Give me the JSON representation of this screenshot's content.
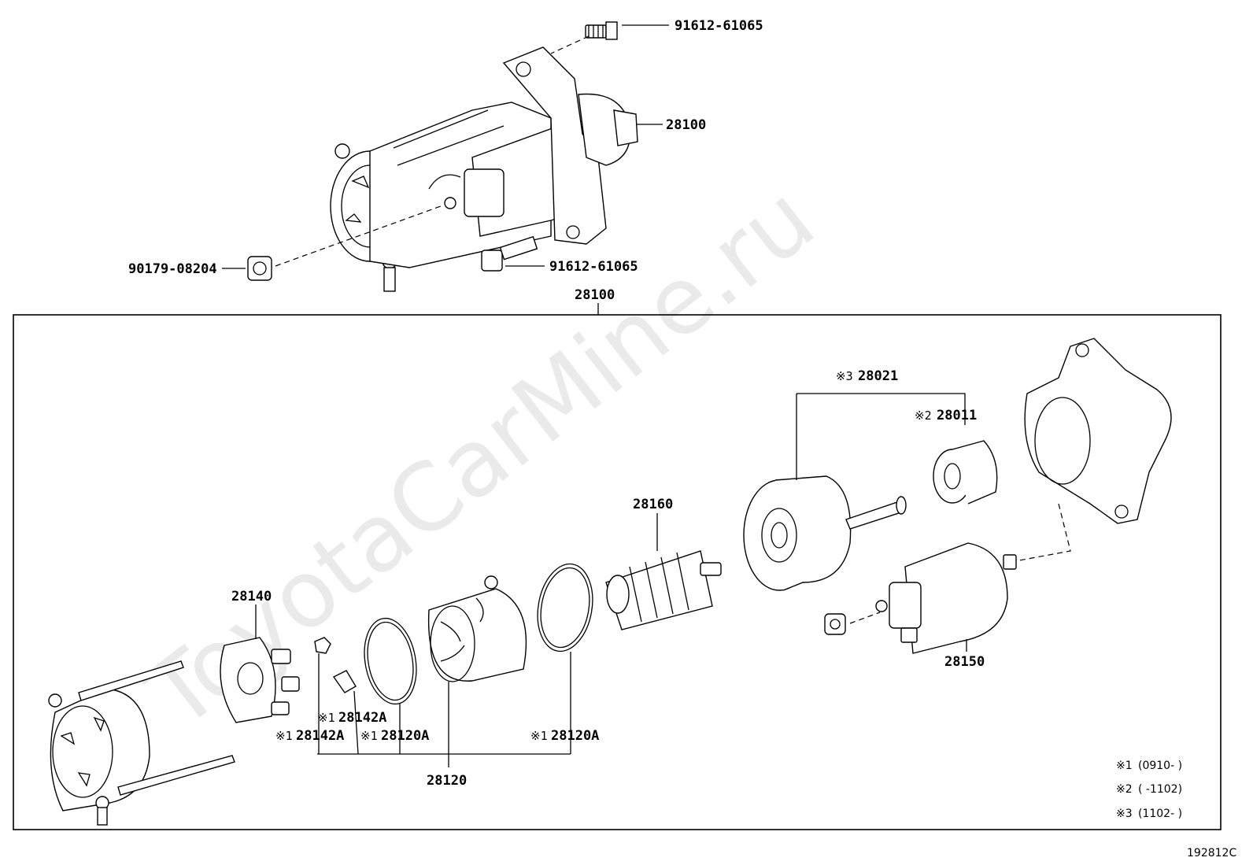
{
  "watermark": "ToyotaCarMine.ru",
  "figure_code": "192812C",
  "labels": {
    "bolt_top": "91612-61065",
    "starter_top": "28100",
    "nut": "90179-08204",
    "bolt_bottom": "91612-61065",
    "assembly": "28100",
    "drive_group": "28021",
    "drive_group_mark": "※3",
    "clutch": "28011",
    "clutch_mark": "※2",
    "armature": "28160",
    "brush_holder": "28140",
    "solenoid": "28150",
    "yoke": "28120",
    "brush_a": "28142A",
    "brush_a_mark": "※1",
    "brush_b": "28142A",
    "brush_b_mark": "※1",
    "oring_a": "28120A",
    "oring_a_mark": "※1",
    "oring_b": "28120A",
    "oring_b_mark": "※1"
  },
  "legend": [
    {
      "mark": "※1",
      "range": "(0910-      )"
    },
    {
      "mark": "※2",
      "range": "(      -1102)"
    },
    {
      "mark": "※3",
      "range": "(1102-      )"
    }
  ]
}
